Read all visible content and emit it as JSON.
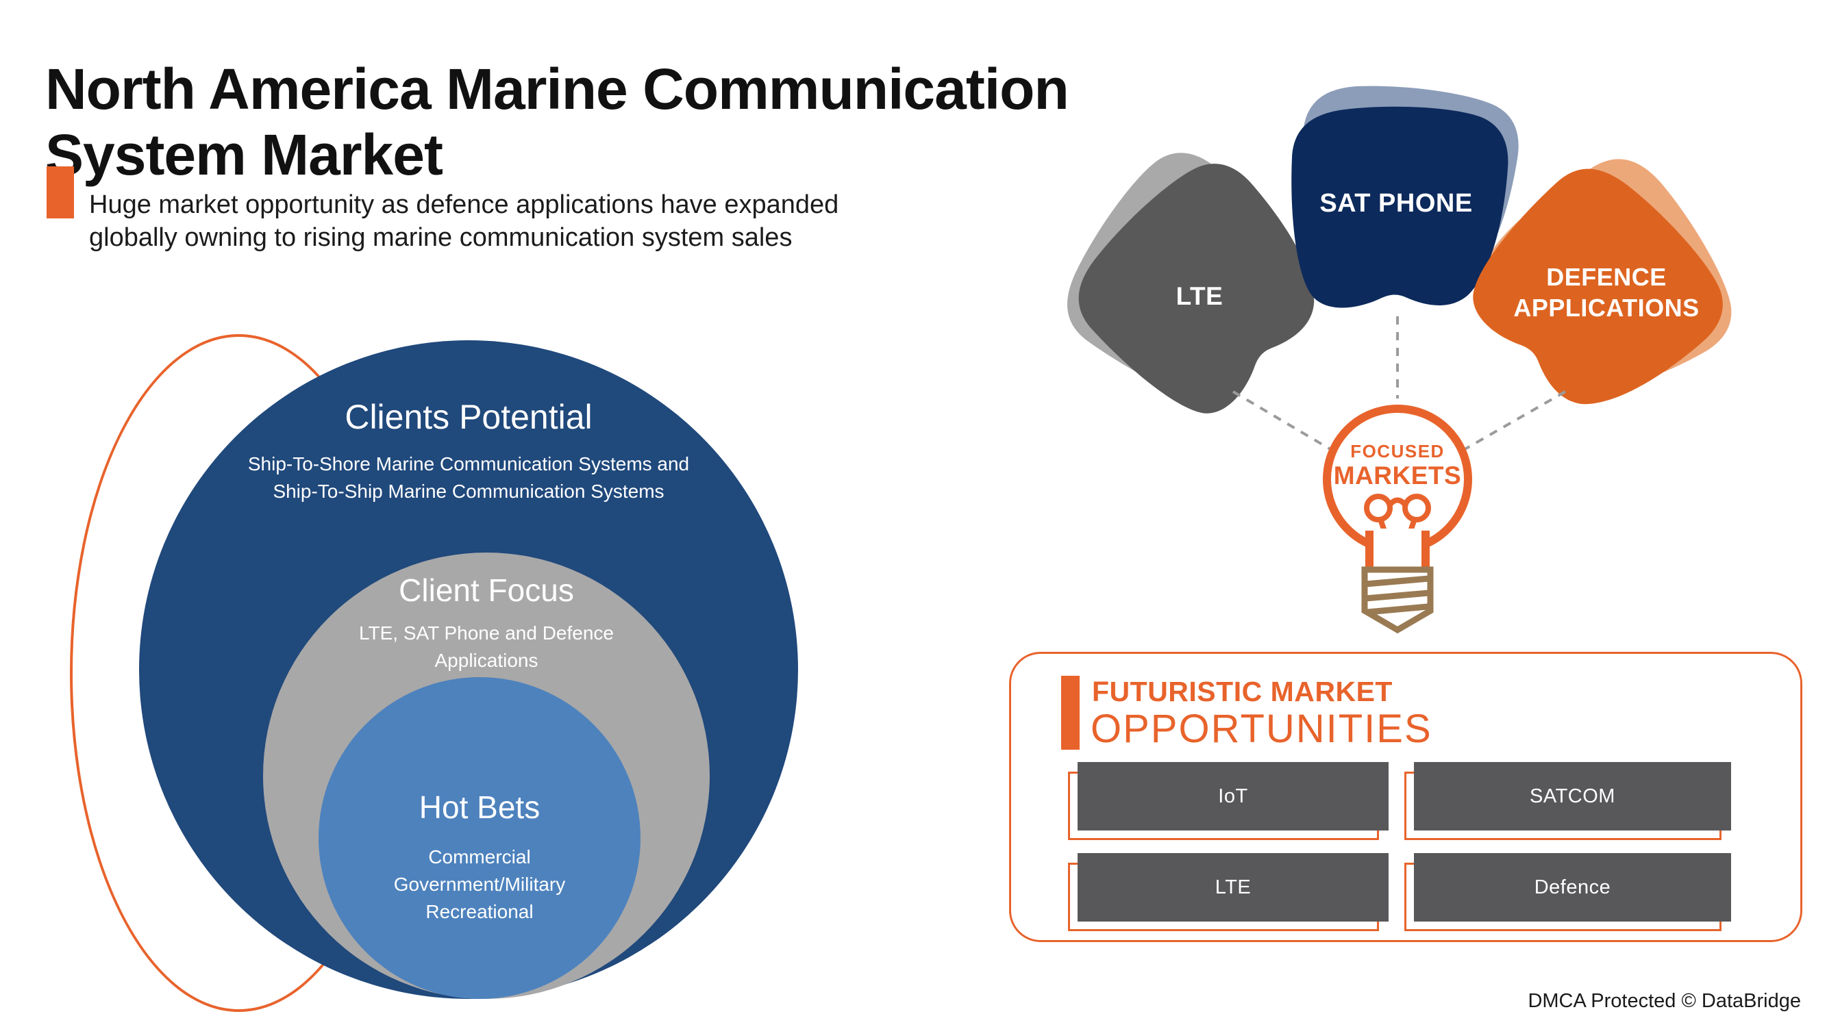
{
  "header": {
    "title": "North America Marine Communication\nSystem Market",
    "subtitle": "Huge market opportunity as defence applications have expanded\nglobally owning to rising marine communication system sales",
    "accent_color": "#E8632B"
  },
  "venn": {
    "outline_color": "#E8632C",
    "rings": [
      {
        "label": "Clients Potential",
        "description": "Ship-To-Shore Marine Communication Systems and\nShip-To-Ship Marine Communication Systems",
        "color": "#20497C"
      },
      {
        "label": "Client Focus",
        "description": "LTE, SAT Phone and Defence\nApplications",
        "color": "#A8A8A8"
      },
      {
        "label": "Hot Bets",
        "description": "Commercial\nGovernment/Military\nRecreational",
        "color": "#4D82BD"
      }
    ]
  },
  "focused_markets": {
    "petals": [
      {
        "label": "LTE",
        "color": "#595959",
        "shadow_color": "#A9A9A9"
      },
      {
        "label": "SAT PHONE",
        "color": "#0D2A5C",
        "shadow_color": "#8C9DB9"
      },
      {
        "label": "DEFENCE\nAPPLICATIONS",
        "color": "#DD6420",
        "shadow_color": "#EDA87A"
      }
    ],
    "bulb": {
      "line1": "FOCUSED",
      "line2": "MARKETS",
      "outline_color": "#E8632C",
      "base_color": "#997A52",
      "connector_color": "#9B9B9B"
    }
  },
  "opportunities": {
    "heading_line1": "FUTURISTIC MARKET",
    "heading_line2": "OPPORTUNITIES",
    "accent_color": "#E8632B",
    "box_color": "#58585A",
    "items": [
      "IoT",
      "SATCOM",
      "LTE",
      "Defence"
    ]
  },
  "footer": {
    "watermark": "DMCA Protected © DataBridge"
  }
}
